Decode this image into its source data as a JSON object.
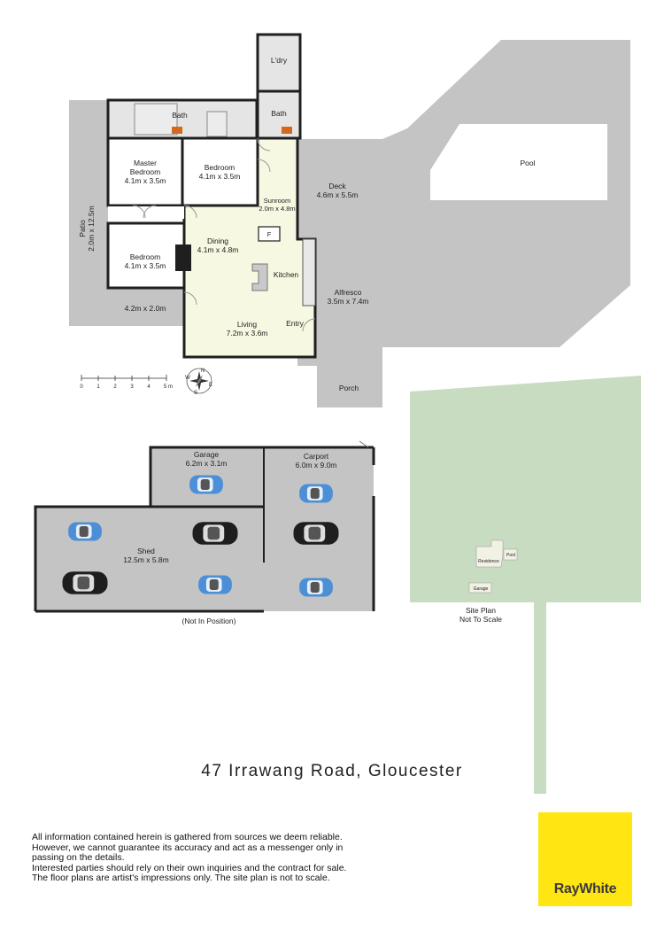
{
  "labels": {
    "bath1": "Bath",
    "ldry": "L'dry",
    "bath2": "Bath",
    "master1": "Master",
    "master2": "Bedroom",
    "master_dim": "4.1m x 3.5m",
    "bed2": "Bedroom",
    "bed2_dim": "4.1m x 3.5m",
    "sunroom": "Sunroom",
    "sunroom_dim": "2.0m x 4.8m",
    "deck": "Deck",
    "deck_dim": "4.6m x 5.5m",
    "pool": "Pool",
    "patio": "Patio",
    "patio_dim": "2.0m x 12.5m",
    "dining": "Dining",
    "dining_dim": "4.1m x 4.8m",
    "fridge": "F",
    "bed3": "Bedroom",
    "bed3_dim": "4.1m x 3.5m",
    "kitchen": "Kitchen",
    "alfresco": "Alfresco",
    "alfresco_dim": "3.5m x 7.4m",
    "patio2_dim": "4.2m x 2.0m",
    "entry": "Entry",
    "living": "Living",
    "living_dim": "7.2m x 3.6m",
    "porch": "Porch",
    "garage": "Garage",
    "garage_dim": "6.2m x 3.1m",
    "carport": "Carport",
    "carport_dim": "6.0m x 9.0m",
    "shed": "Shed",
    "shed_dim": "12.5m x 5.8m",
    "not_in_position": "(Not In Position)",
    "site_plan1": "Site Plan",
    "site_plan2": "Not To Scale",
    "site_residence": "Residence",
    "site_pool": "Pool",
    "site_garage": "Garage"
  },
  "scale_bar": {
    "ticks": [
      "0",
      "1",
      "2",
      "3",
      "4",
      "5 m"
    ]
  },
  "compass": {
    "points": [
      "N",
      "S",
      "E",
      "W"
    ]
  },
  "address": "47 Irrawang Road, Gloucester",
  "disclaimer": [
    "All information contained herein is gathered from sources we deem reliable.",
    "However, we cannot guarantee its accuracy and act as a messenger only in",
    "passing on the details.",
    "Interested parties should rely on their own inquiries and the contract for sale.",
    "The floor plans are artist's impressions only. The site plan is not to scale."
  ],
  "brand": {
    "name": "RayWhite",
    "color": "#ffe512"
  },
  "colors": {
    "outdoor": "#c4c4c4",
    "interior": "#ffffff",
    "wet_area": "#e5e5e5",
    "living_zone": "#f7f8e1",
    "site": "#c7dcc0",
    "wall": "#1f1f1f",
    "car_blue": "#4d8fd6",
    "car_black": "#1e1e1e"
  },
  "cars": [
    {
      "color": "blue"
    },
    {
      "color": "blue"
    },
    {
      "color": "blue"
    },
    {
      "color": "black"
    },
    {
      "color": "black"
    },
    {
      "color": "black"
    },
    {
      "color": "blue"
    },
    {
      "color": "blue"
    }
  ]
}
